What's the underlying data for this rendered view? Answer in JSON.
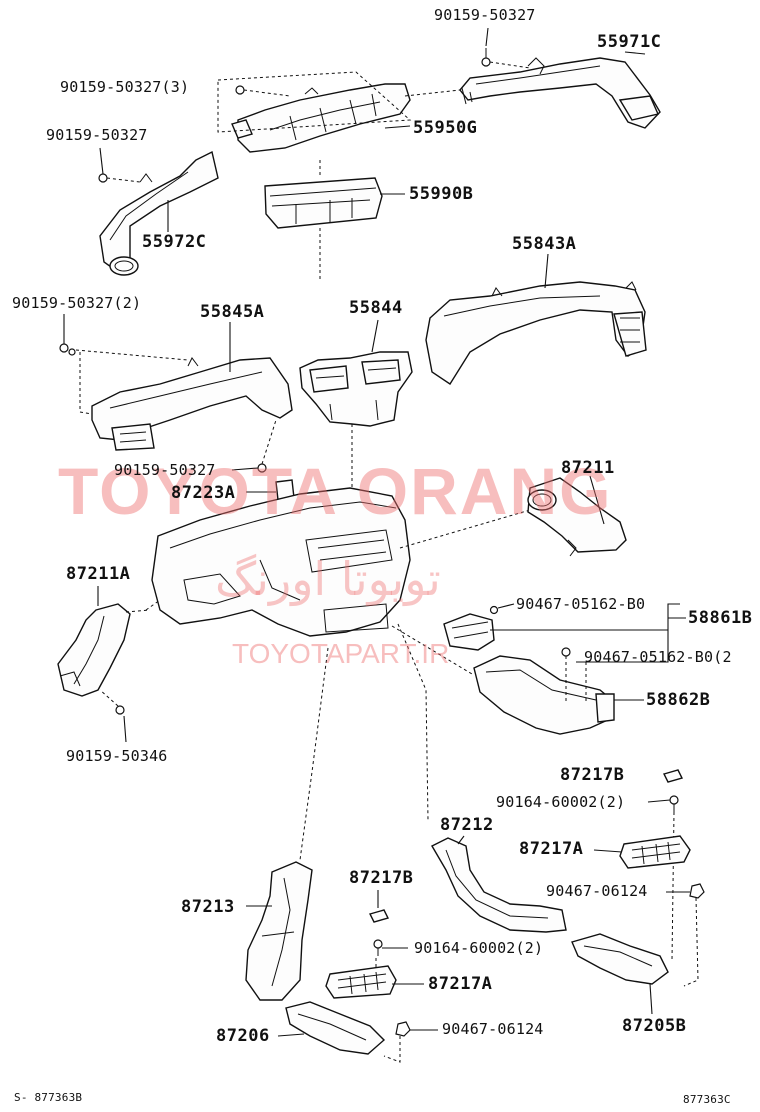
{
  "watermark": {
    "main": "TOYOTA ORANG",
    "arabic": "تويوتا اورنگ",
    "site": "TOYOTAPART.IR"
  },
  "labels": {
    "p90159_50327_top": "90159-50327",
    "p55971C": "55971C",
    "p90159_50327_3": "90159-50327(3)",
    "p55950G": "55950G",
    "p90159_50327_left": "90159-50327",
    "p55972C": "55972C",
    "p55990B": "55990B",
    "p55843A": "55843A",
    "p90159_50327_2": "90159-50327(2)",
    "p55845A": "55845A",
    "p55844": "55844",
    "p90159_50327_mid": "90159-50327",
    "p87211": "87211",
    "p87223A": "87223A",
    "p87211A": "87211A",
    "p90467_05162_B0": "90467-05162-B0",
    "p58861B": "58861B",
    "p90467_05162_B0_2": "90467-05162-B0(2",
    "p58862B": "58862B",
    "p90159_50346": "90159-50346",
    "p87217B_right": "87217B",
    "p90164_60002_2_right": "90164-60002(2)",
    "p87212": "87212",
    "p87217A_right": "87217A",
    "p90467_06124_right": "90467-06124",
    "p87217B_mid": "87217B",
    "p87213": "87213",
    "p90164_60002_2_mid": "90164-60002(2)",
    "p87217A_mid": "87217A",
    "p87206": "87206",
    "p90467_06124_mid": "90467-06124",
    "p87205B": "87205B",
    "code_left": "S- 877363B",
    "code_right": "877363C"
  }
}
